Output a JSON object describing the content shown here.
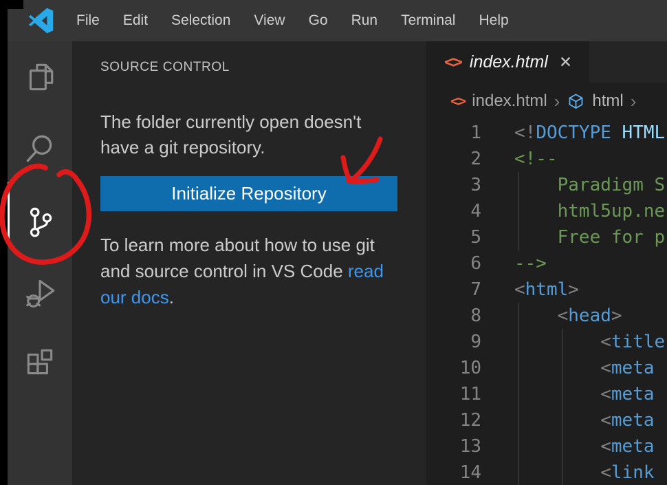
{
  "window": {
    "app": "Visual Studio Code"
  },
  "menu_bar": {
    "items": [
      "File",
      "Edit",
      "Selection",
      "View",
      "Go",
      "Run",
      "Terminal",
      "Help"
    ]
  },
  "activity_bar": {
    "items": [
      {
        "name": "explorer",
        "icon": "files-icon",
        "active": false
      },
      {
        "name": "search",
        "icon": "search-icon",
        "active": false
      },
      {
        "name": "source-control",
        "icon": "git-branch-icon",
        "active": true
      },
      {
        "name": "run-and-debug",
        "icon": "debug-play-bug-icon",
        "active": false
      },
      {
        "name": "extensions",
        "icon": "extensions-squares-icon",
        "active": false
      }
    ]
  },
  "sidebar": {
    "title": "SOURCE CONTROL",
    "message": "The folder currently open doesn't have a git repository.",
    "button_label": "Initialize Repository",
    "learn_prefix": "To learn more about how to use git and source control in VS Code ",
    "link_label": "read our docs",
    "learn_suffix": "."
  },
  "editor": {
    "tab": {
      "icon_glyph": "<>",
      "label": "index.html",
      "close_glyph": "✕"
    },
    "breadcrumb": {
      "icon_glyph": "<>",
      "file": "index.html",
      "sep": "›",
      "symbol_icon": "cube-icon",
      "symbol": "html"
    },
    "code": {
      "lines": [
        {
          "num": "1",
          "segments": [
            [
              "<!",
              "p"
            ],
            [
              "DOCTYPE",
              "b"
            ],
            [
              " ",
              "t"
            ],
            [
              "HTML",
              "b2"
            ]
          ]
        },
        {
          "num": "2",
          "segments": [
            [
              "<!--",
              "g"
            ]
          ]
        },
        {
          "num": "3",
          "segments": [
            [
              "    ",
              "t"
            ],
            [
              "Paradigm S",
              "g"
            ]
          ]
        },
        {
          "num": "4",
          "segments": [
            [
              "    ",
              "t"
            ],
            [
              "html5up.ne",
              "g"
            ]
          ]
        },
        {
          "num": "5",
          "segments": [
            [
              "    ",
              "t"
            ],
            [
              "Free for p",
              "g"
            ]
          ]
        },
        {
          "num": "6",
          "segments": [
            [
              "-->",
              "g"
            ]
          ]
        },
        {
          "num": "7",
          "segments": [
            [
              "<",
              "p"
            ],
            [
              "html",
              "b"
            ],
            [
              ">",
              "p"
            ]
          ]
        },
        {
          "num": "8",
          "segments": [
            [
              "    ",
              "t"
            ],
            [
              "<",
              "p"
            ],
            [
              "head",
              "b"
            ],
            [
              ">",
              "p"
            ]
          ]
        },
        {
          "num": "9",
          "segments": [
            [
              "        ",
              "t"
            ],
            [
              "<",
              "p"
            ],
            [
              "title",
              "b"
            ]
          ]
        },
        {
          "num": "10",
          "segments": [
            [
              "        ",
              "t"
            ],
            [
              "<",
              "p"
            ],
            [
              "meta",
              "b"
            ]
          ]
        },
        {
          "num": "11",
          "segments": [
            [
              "        ",
              "t"
            ],
            [
              "<",
              "p"
            ],
            [
              "meta",
              "b"
            ]
          ]
        },
        {
          "num": "12",
          "segments": [
            [
              "        ",
              "t"
            ],
            [
              "<",
              "p"
            ],
            [
              "meta",
              "b"
            ]
          ]
        },
        {
          "num": "13",
          "segments": [
            [
              "        ",
              "t"
            ],
            [
              "<",
              "p"
            ],
            [
              "meta",
              "b"
            ]
          ]
        },
        {
          "num": "14",
          "segments": [
            [
              "        ",
              "t"
            ],
            [
              "<",
              "p"
            ],
            [
              "link",
              "b"
            ]
          ]
        }
      ]
    }
  },
  "annotations": {
    "red_circle": "hand-drawn circle around source control icon",
    "red_arrow": "hand-drawn arrow pointing at Initialize Repository button",
    "color": "#dd1b1b"
  },
  "colors": {
    "button_blue": "#0f6cad",
    "link_blue": "#3e96ed",
    "html_icon_orange": "#e8633f",
    "logo_blue": "#29a9ea",
    "annotation_red": "#dd1b1b",
    "comment_green": "#6a9955",
    "tag_blue": "#569cd6",
    "punctuation_gray": "#808080",
    "titlebar_bg": "#363637",
    "activitybar_bg": "#333333",
    "sidebar_bg": "#252526",
    "editor_bg": "#1e1e1e"
  }
}
